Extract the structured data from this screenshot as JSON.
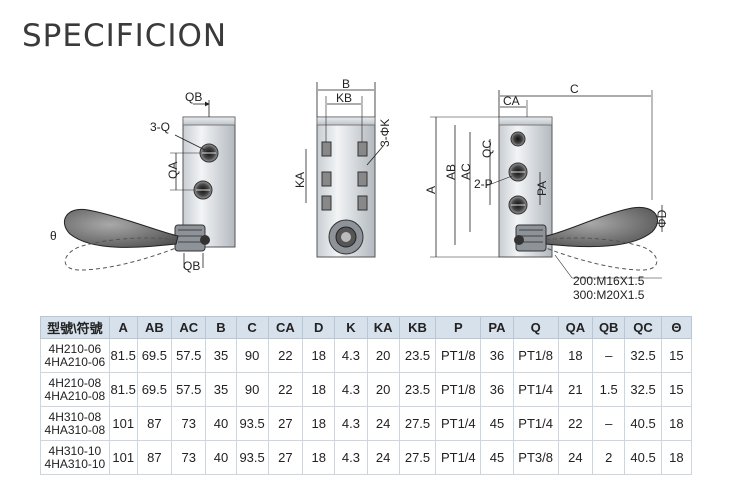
{
  "title": "SPECIFICION",
  "drawing": {
    "labels": {
      "qb_top": "QB",
      "q3": "3-Q",
      "qa": "QA",
      "theta": "θ",
      "qb_bottom": "QB",
      "b": "B",
      "kb": "KB",
      "k3": "3-ΦK",
      "ka": "KA",
      "ca": "CA",
      "c": "C",
      "a": "A",
      "ab": "AB",
      "ac": "AC",
      "qc": "QC",
      "p2": "2-P",
      "pa": "PA",
      "d": "ΦD"
    },
    "thread_notes": [
      "200:M16X1.5",
      "300:M20X1.5"
    ]
  },
  "table": {
    "header_model": "型號\\符號",
    "columns": [
      "A",
      "AB",
      "AC",
      "B",
      "C",
      "CA",
      "D",
      "K",
      "KA",
      "KB",
      "P",
      "PA",
      "Q",
      "QA",
      "QB",
      "QC",
      "Θ"
    ],
    "rows": [
      {
        "models": [
          "4H210-06",
          "4HA210-06"
        ],
        "values": [
          "81.5",
          "69.5",
          "57.5",
          "35",
          "90",
          "22",
          "18",
          "4.3",
          "20",
          "23.5",
          "PT1/8",
          "36",
          "PT1/8",
          "18",
          "–",
          "32.5",
          "15"
        ]
      },
      {
        "models": [
          "4H210-08",
          "4HA210-08"
        ],
        "values": [
          "81.5",
          "69.5",
          "57.5",
          "35",
          "90",
          "22",
          "18",
          "4.3",
          "20",
          "23.5",
          "PT1/8",
          "36",
          "PT1/4",
          "21",
          "1.5",
          "32.5",
          "15"
        ]
      },
      {
        "models": [
          "4H310-08",
          "4HA310-08"
        ],
        "values": [
          "101",
          "87",
          "73",
          "40",
          "93.5",
          "27",
          "18",
          "4.3",
          "24",
          "27.5",
          "PT1/4",
          "45",
          "PT1/4",
          "22",
          "–",
          "40.5",
          "18"
        ]
      },
      {
        "models": [
          "4H310-10",
          "4HA310-10"
        ],
        "values": [
          "101",
          "87",
          "73",
          "40",
          "93.5",
          "27",
          "18",
          "4.3",
          "24",
          "27.5",
          "PT1/4",
          "45",
          "PT3/8",
          "24",
          "2",
          "40.5",
          "18"
        ]
      }
    ]
  }
}
